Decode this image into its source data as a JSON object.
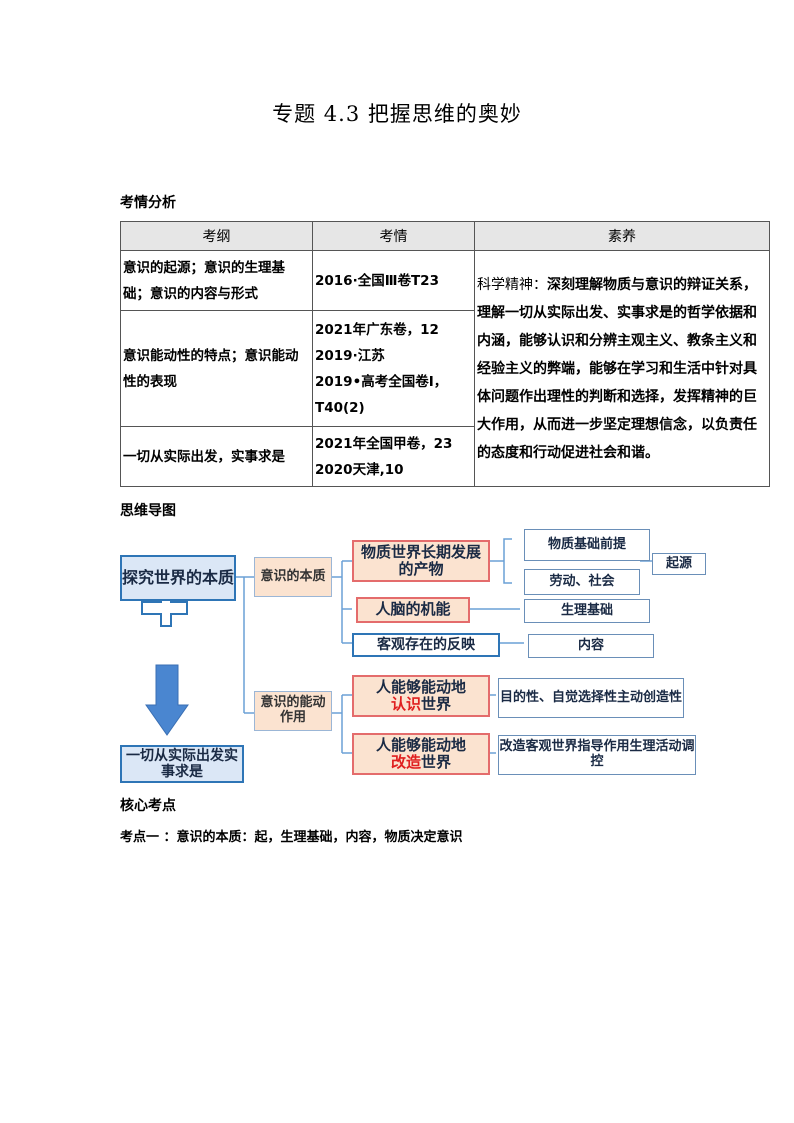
{
  "title": "专题 4.3 把握思维的奥妙",
  "sections": {
    "analysis": "考情分析",
    "mindmap": "思维导图",
    "core": "核心考点",
    "point1": "考点一 ：意识的本质：起，生理基础，内容，物质决定意识"
  },
  "table": {
    "headers": [
      "考纲",
      "考情",
      "素养"
    ],
    "rows": [
      {
        "outline": "意识的起源；意识的生理基础；意识的内容与形式",
        "exam": [
          "2016·全国Ⅲ卷T23"
        ]
      },
      {
        "outline": "意识能动性的特点；意识能动性的表现",
        "exam": [
          "2021年广东卷，12",
          "2019·江苏",
          "2019•高考全国卷Ⅰ，T40(2)"
        ]
      },
      {
        "outline": "一切从实际出发，实事求是",
        "exam": [
          "2021年全国甲卷，23",
          "2020天津,10"
        ]
      }
    ],
    "literacy_label": "科学精神：",
    "literacy": "深刻理解物质与意识的辩证关系，理解一切从实际出发、实事求是的哲学依据和内涵，能够认识和分辨主观主义、教条主义和经验主义的弊端，能够在学习和生活中针对具体问题作出理性的判断和选择，发挥精神的巨大作用，从而进一步坚定理想信念，以负责任的态度和行动促进社会和谐。"
  },
  "mindmap": {
    "root": "探究世界的本质",
    "bottom": "一切从实际出发实事求是",
    "essence": "意识的本质",
    "role": "意识的能动作用",
    "product": "物质世界长期发展的产物",
    "brain": "人脑的机能",
    "reflection": "客观存在的反映",
    "know_a": "人能够能动地",
    "know_red": "认识",
    "know_b": "世界",
    "change_a": "人能够能动地",
    "change_red": "改造",
    "change_b": "世界",
    "basis": "物质基础前提",
    "labor": "劳动、社会",
    "origin": "起源",
    "physio": "生理基础",
    "content": "内容",
    "purpose": "目的性、自觉选择性主动创造性",
    "guide": "改造客观世界指导作用生理活动调控"
  }
}
